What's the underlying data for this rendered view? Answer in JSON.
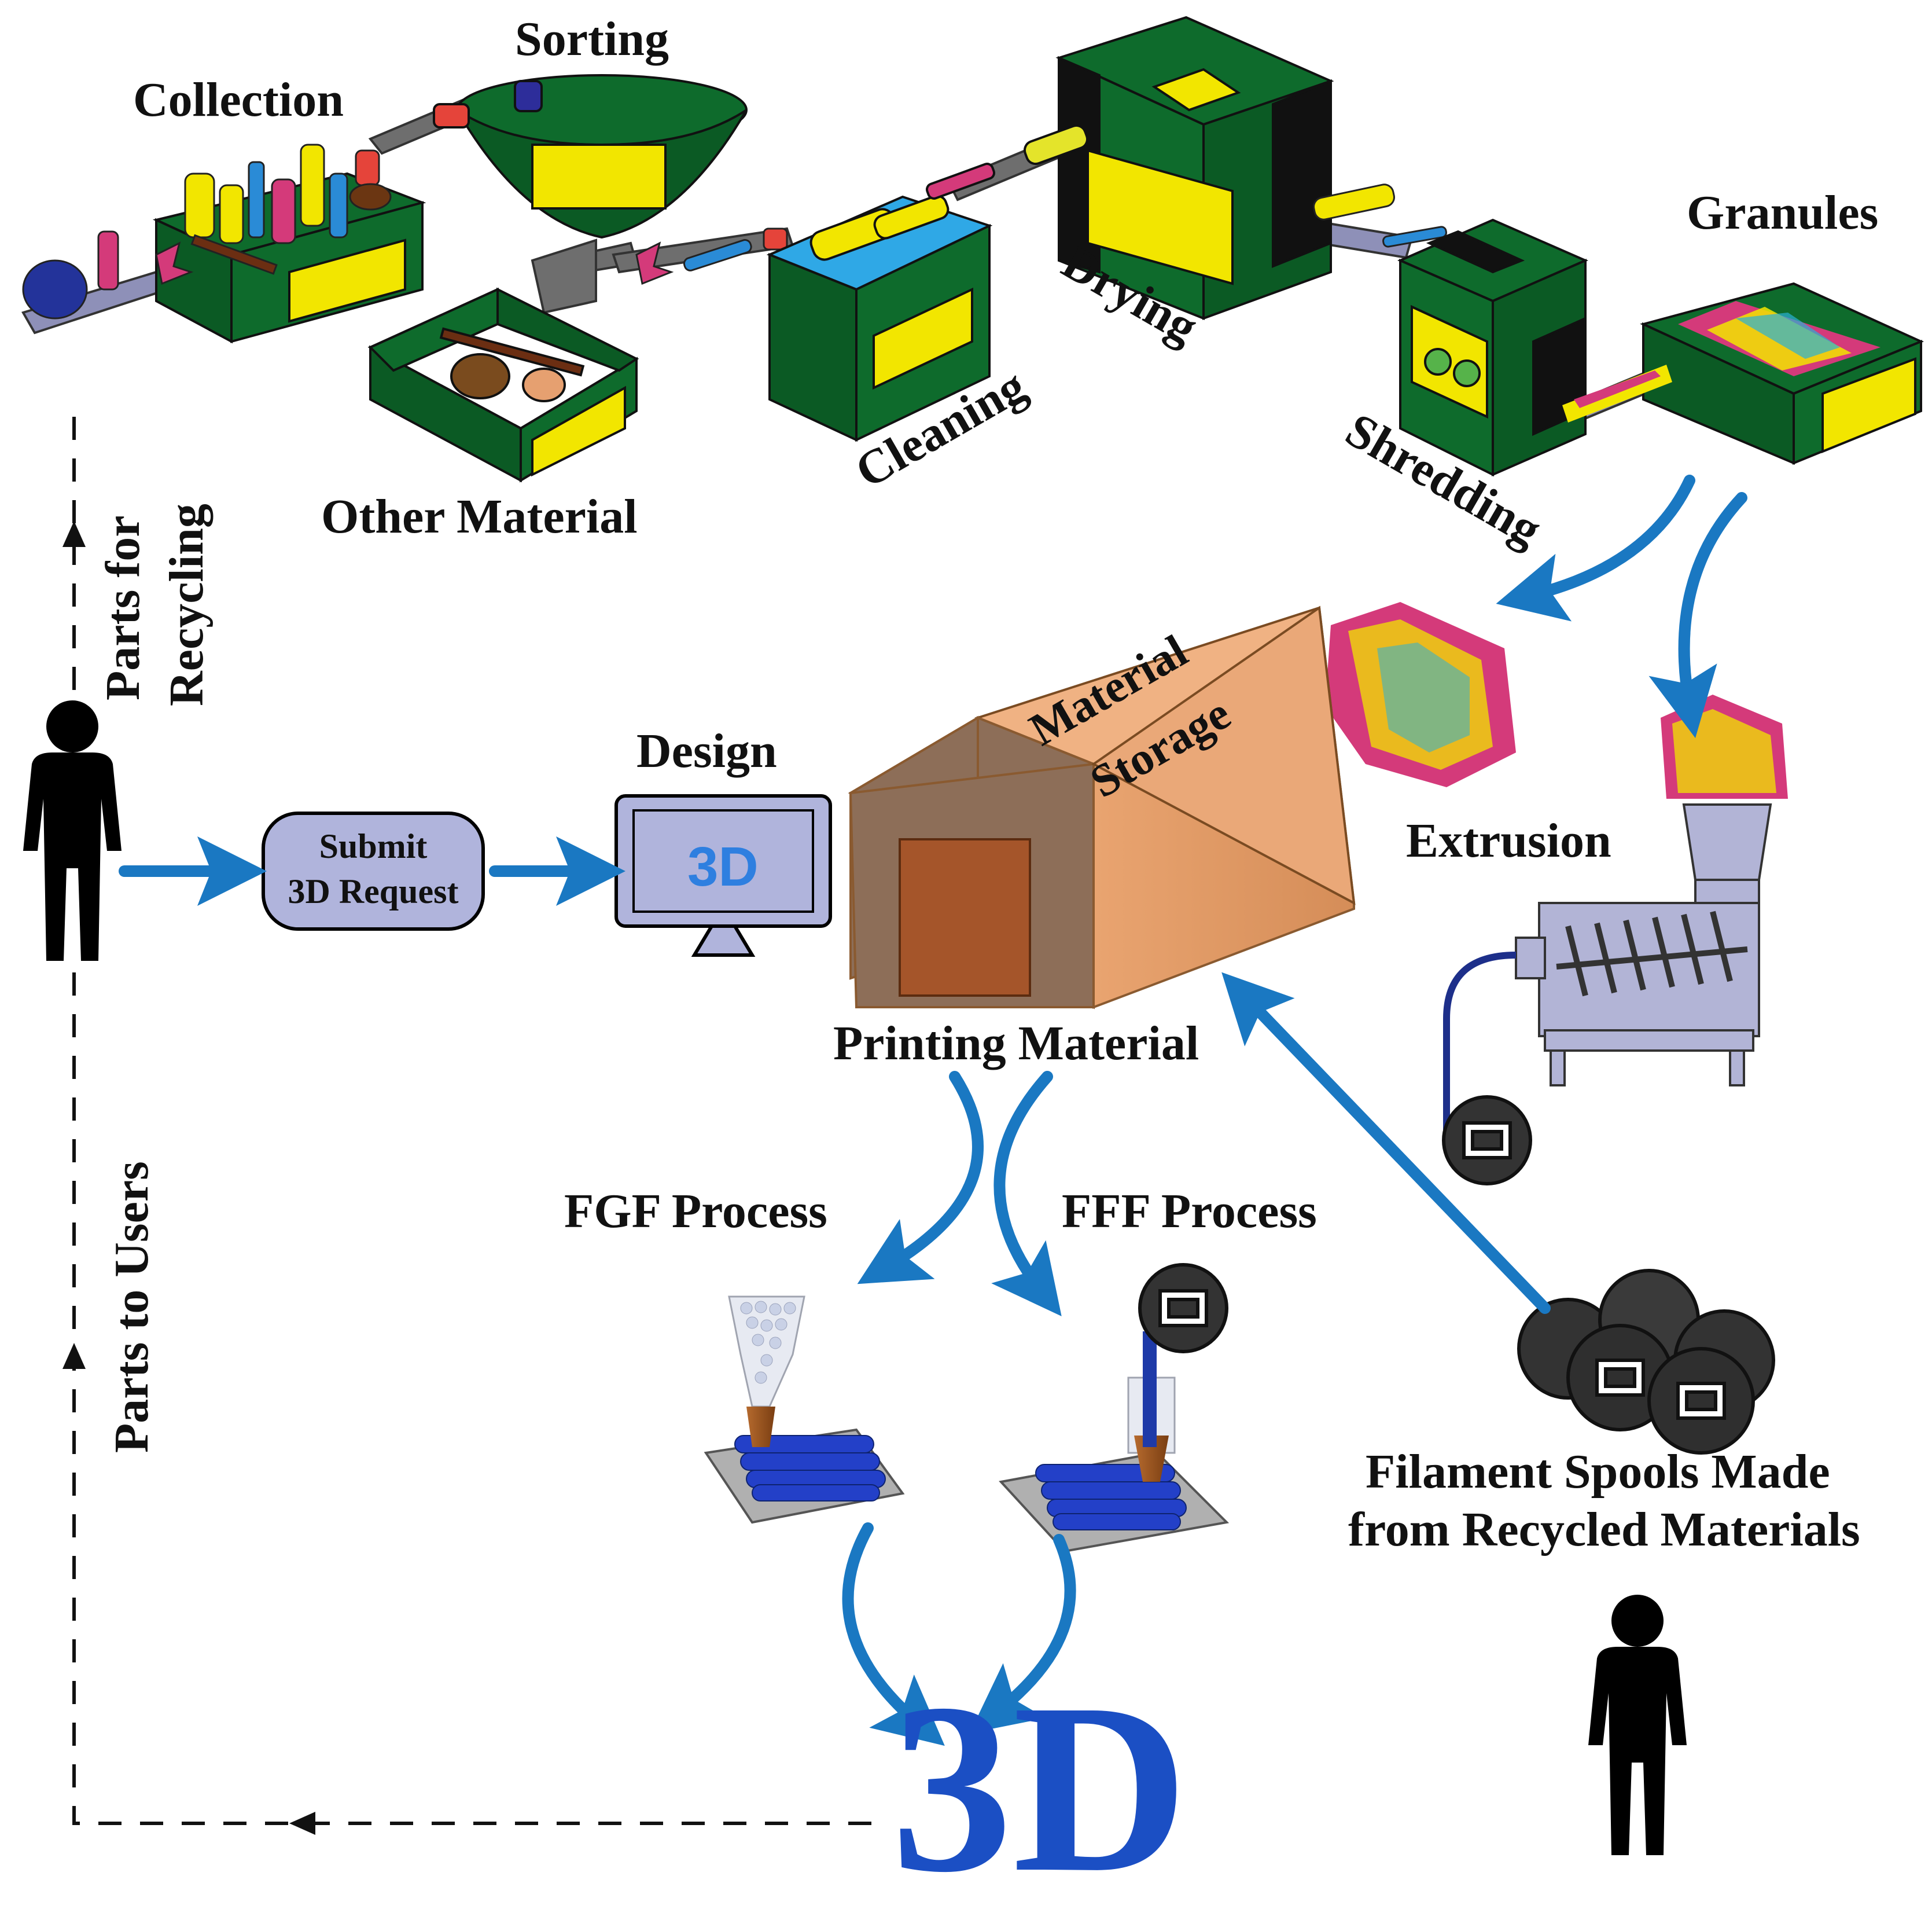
{
  "stages": {
    "collection": "Collection",
    "sorting": "Sorting",
    "other_material": "Other Material",
    "cleaning": "Cleaning",
    "drying": "Drying",
    "shredding": "Shredding",
    "granules": "Granules",
    "extrusion": "Extrusion"
  },
  "storage": {
    "line1": "Material",
    "line2": "Storage",
    "caption": "Printing Material"
  },
  "design": {
    "title": "Design",
    "monitor_text": "3D"
  },
  "request": {
    "line1": "Submit",
    "line2": "3D Request"
  },
  "processes": {
    "fgf": "FGF Process",
    "fff": "FFF Process"
  },
  "spools": {
    "line1": "Filament Spools Made",
    "line2": "from Recycled Materials"
  },
  "loop": {
    "recycling_line1": "Parts for",
    "recycling_line2": "Recycling",
    "to_users": "Parts to Users"
  },
  "output": {
    "text": "3D"
  },
  "colors": {
    "machine_green": "#0e6b2c",
    "panel_yellow": "#f2e600",
    "flow_blue": "#1a78c2",
    "storage_tan": "#e9a470",
    "text_dark": "#111111"
  }
}
